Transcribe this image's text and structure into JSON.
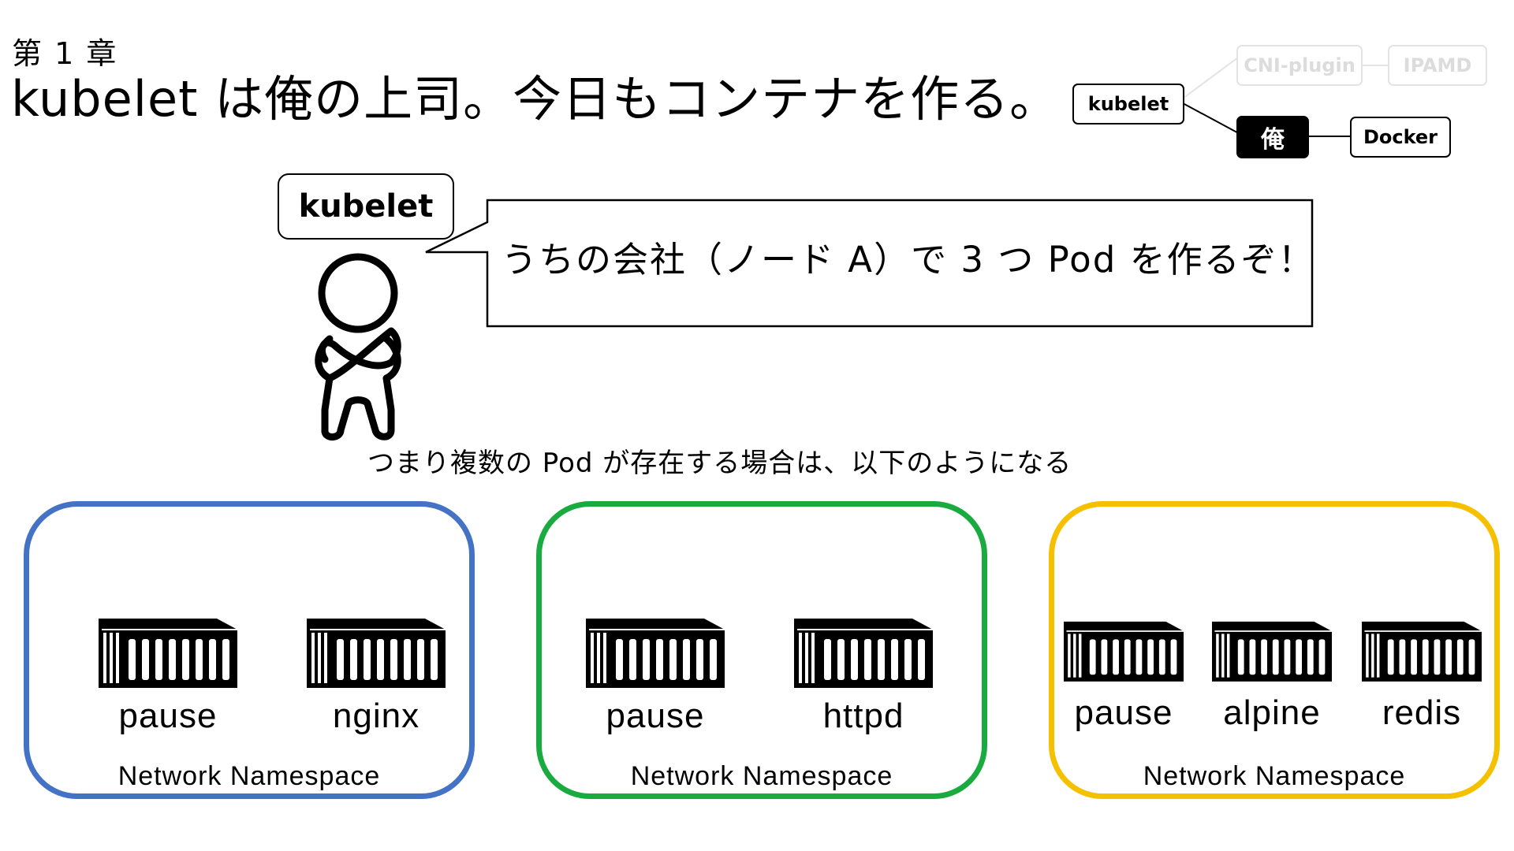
{
  "header": {
    "chapter": "第 1 章",
    "title": "kubelet は俺の上司。今日もコンテナを作る。"
  },
  "mini_diagram": {
    "kubelet": "kubelet",
    "ore": "俺",
    "docker": "Docker",
    "cni": "CNI-plugin",
    "ipamd": "IPAMD"
  },
  "scene": {
    "speaker_tag": "kubelet",
    "speech": "うちの会社（ノード A）で 3 つ Pod を作るぞ！",
    "caption": "つまり複数の Pod が存在する場合は、以下のようになる"
  },
  "namespaces": [
    {
      "color": "#4472c4",
      "label": "Network Namespace",
      "containers": [
        "pause",
        "nginx"
      ]
    },
    {
      "color": "#1aab40",
      "label": "Network Namespace",
      "containers": [
        "pause",
        "httpd"
      ]
    },
    {
      "color": "#f5c000",
      "label": "Network Namespace",
      "containers": [
        "pause",
        "alpine",
        "redis"
      ]
    }
  ],
  "icons": {
    "container": "shipping-container-icon",
    "person": "person-arms-crossed-icon"
  }
}
